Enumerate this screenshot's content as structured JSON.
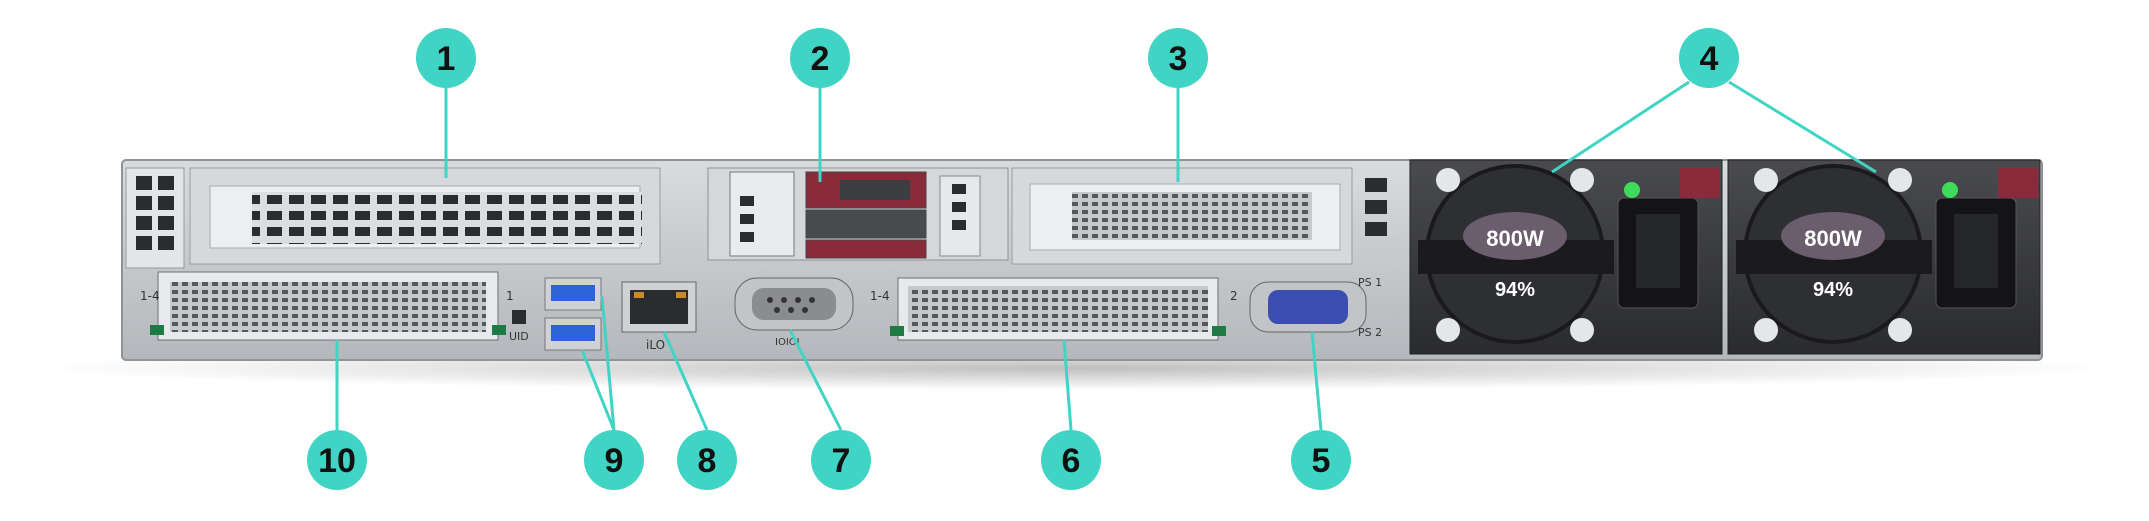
{
  "callouts": [
    {
      "label": "1"
    },
    {
      "label": "2"
    },
    {
      "label": "3"
    },
    {
      "label": "4"
    },
    {
      "label": "5"
    },
    {
      "label": "6"
    },
    {
      "label": "7"
    },
    {
      "label": "8"
    },
    {
      "label": "9"
    },
    {
      "label": "10"
    }
  ],
  "panel_labels": {
    "uid": "UID",
    "ilo": "iLO",
    "serial": "IOIOI",
    "nic_left": "1-4",
    "nic_right": "1-4",
    "slot_left": "1",
    "slot_right": "2",
    "ps1": "PS 1",
    "ps2": "PS 2"
  },
  "psus": [
    {
      "wattage": "800W",
      "efficiency": "94%"
    },
    {
      "wattage": "800W",
      "efficiency": "94%"
    }
  ],
  "colors": {
    "callout": "#3fd4c4",
    "chassis": "#c9cbcf",
    "psu_body": "#3a3b3e",
    "led_green": "#3ddc5a",
    "vga": "#3b4fb0",
    "usb": "#2f63d8",
    "drive_red": "#8a2a3a"
  }
}
